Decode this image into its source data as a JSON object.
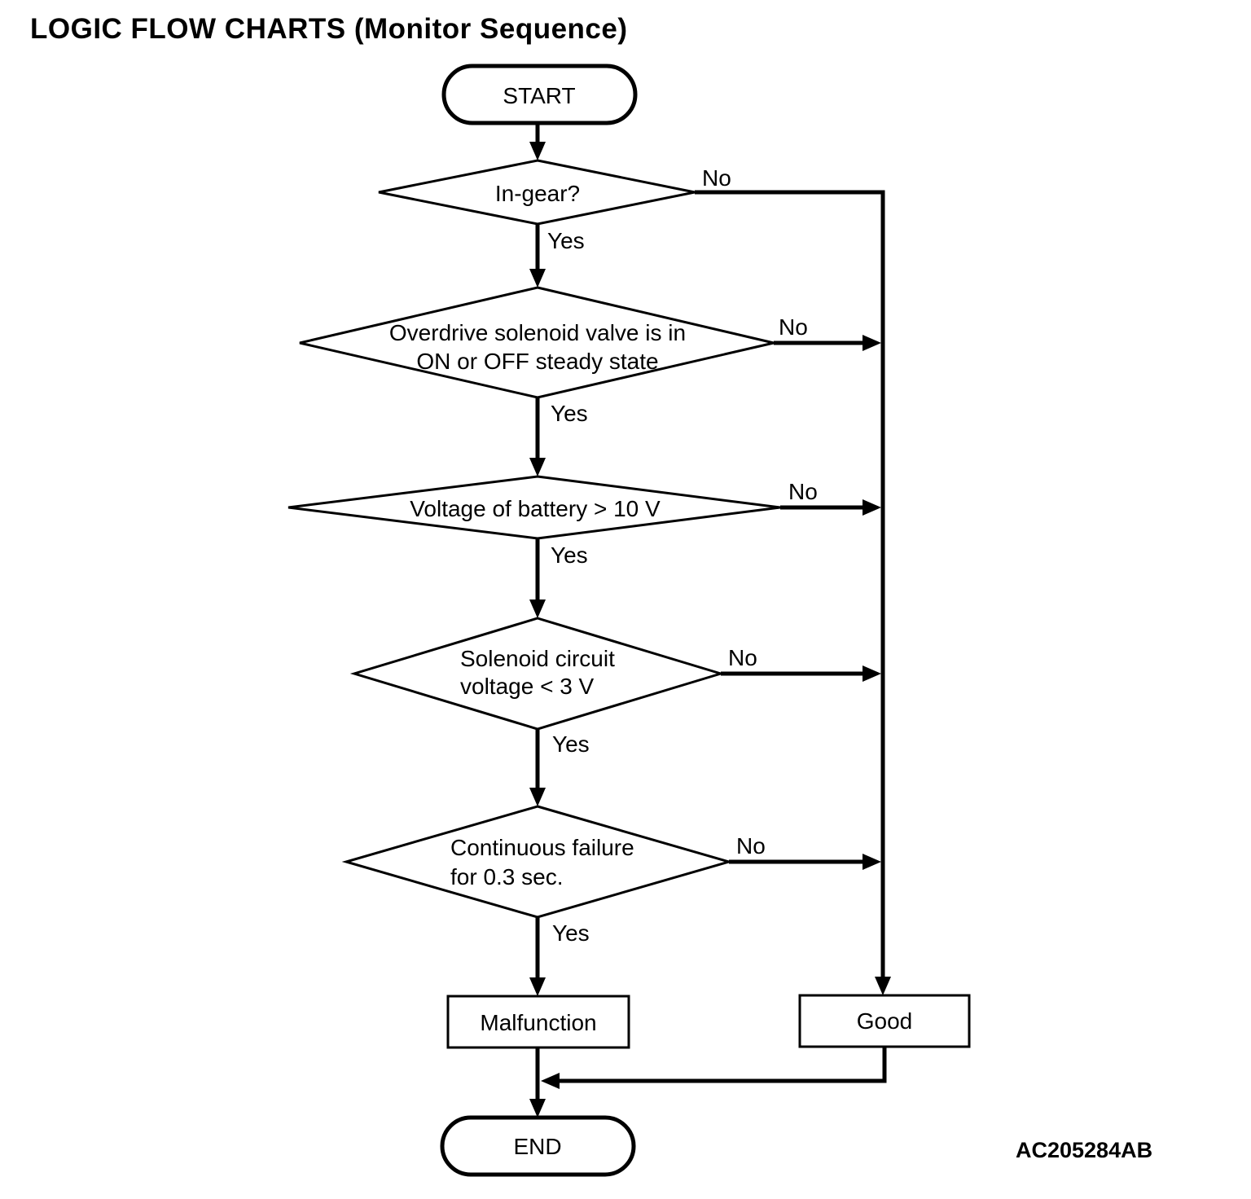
{
  "page": {
    "title": "LOGIC FLOW CHARTS (Monitor Sequence)",
    "figure_code": "AC205284AB"
  },
  "flowchart": {
    "start": "START",
    "end": "END",
    "decisions": [
      {
        "line1": "In-gear?",
        "yes": "Yes",
        "no": "No"
      },
      {
        "line1": "Overdrive solenoid valve is in",
        "line2": "ON or OFF steady state",
        "yes": "Yes",
        "no": "No"
      },
      {
        "line1": "Voltage of battery > 10 V",
        "yes": "Yes",
        "no": "No"
      },
      {
        "line1": "Solenoid circuit",
        "line2": "voltage < 3 V",
        "yes": "Yes",
        "no": "No"
      },
      {
        "line1": "Continuous failure",
        "line2": "for 0.3 sec.",
        "yes": "Yes",
        "no": "No"
      }
    ],
    "outcomes": {
      "malfunction": "Malfunction",
      "good": "Good"
    }
  }
}
